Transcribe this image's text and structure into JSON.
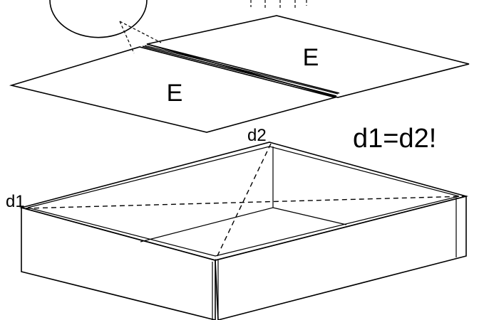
{
  "labels": {
    "panel_left": "E",
    "panel_right": "E",
    "corner_d1": "d1",
    "corner_d2": "d2",
    "equation": "d1=d2!"
  }
}
